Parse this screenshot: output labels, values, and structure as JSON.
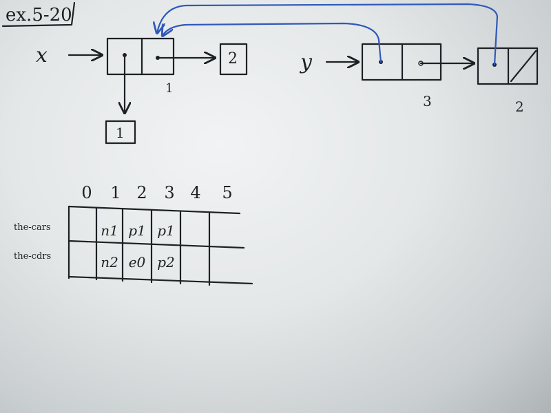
{
  "title": "ex.5-20",
  "diagram": {
    "var_x": "x",
    "var_y": "y",
    "cell_x_index": "1",
    "cell_y_index": "3",
    "cell_y_cdr_index": "2",
    "atom_car": "1",
    "atom_cdr": "2"
  },
  "memory_table": {
    "columns": [
      "0",
      "1",
      "2",
      "3",
      "4",
      "5"
    ],
    "rows": [
      {
        "label": "the-cars",
        "cells": [
          "",
          "n1",
          "p1",
          "p1",
          "",
          ""
        ]
      },
      {
        "label": "the-cdrs",
        "cells": [
          "",
          "n2",
          "e0",
          "p2",
          "",
          ""
        ]
      }
    ]
  },
  "colors": {
    "ink": "#1d2025",
    "marker_blue": "#2f59b8",
    "board": "#e6e9ea"
  }
}
